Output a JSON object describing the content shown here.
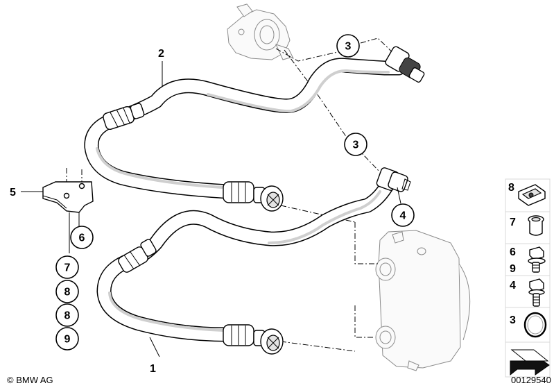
{
  "callouts": {
    "top_hose": "3",
    "middle_hose": "3",
    "right_connector": "4",
    "bracket_bolt": "6",
    "stack_a": "7",
    "stack_b": "8",
    "stack_c": "8",
    "stack_d": "9"
  },
  "leader_labels": {
    "hose_upper": "2",
    "hose_lower": "1",
    "bracket": "5"
  },
  "legend": {
    "items": [
      {
        "label": "8",
        "icon": "clip-nut-icon"
      },
      {
        "label": "7",
        "icon": "bushing-icon"
      },
      {
        "label": "6",
        "icon": "flange-bolt-icon"
      },
      {
        "label": "9",
        "icon": "flange-bolt-icon"
      },
      {
        "label": "4",
        "icon": "hex-bolt-icon"
      },
      {
        "label": "3",
        "icon": "o-ring-icon"
      }
    ]
  },
  "copyright": "© BMW AG",
  "diagram_number": "00129540"
}
